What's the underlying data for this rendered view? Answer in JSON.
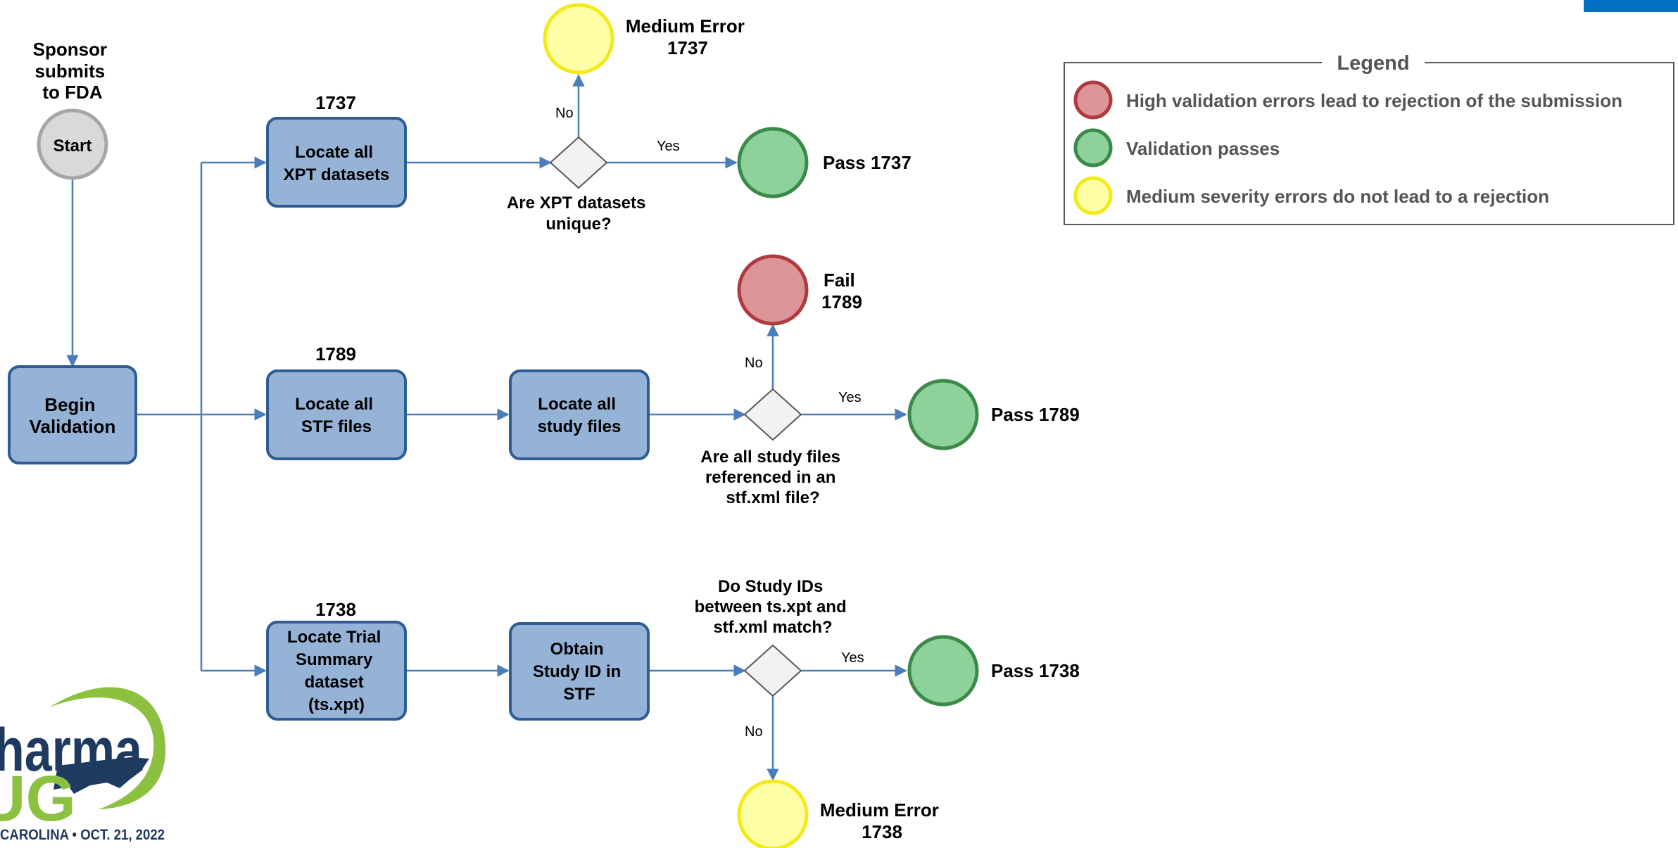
{
  "colors": {
    "process_fill": "#95B3D7",
    "process_stroke": "#2E5C94",
    "arrow": "#4A7EBB",
    "start_fill": "#D9D9D9",
    "start_stroke": "#A6A6A6",
    "pass_fill": "#8ED19A",
    "pass_stroke": "#3A8A4A",
    "fail_fill": "#DB9497",
    "fail_stroke": "#B03A3F",
    "medium_fill": "#FFFFA6",
    "medium_stroke": "#F2EA1A",
    "decision_fill": "#F2F2F2",
    "decision_stroke": "#595959",
    "corner_accent": "#0070C0",
    "logo_green": "#8CC13F",
    "logo_navy": "#1F3A5F"
  },
  "start": {
    "caption": [
      "Sponsor",
      "submits",
      "to FDA"
    ],
    "label": "Start"
  },
  "begin": {
    "label": [
      "Begin",
      "Validation"
    ]
  },
  "row_1737": {
    "id": "1737",
    "step1": [
      "Locate all",
      "XPT datasets"
    ],
    "question": [
      "Are XPT datasets",
      "unique?"
    ],
    "no_label": "No",
    "yes_label": "Yes",
    "no_result": [
      "Medium Error",
      "1737"
    ],
    "yes_result": "Pass 1737"
  },
  "row_1789": {
    "id": "1789",
    "step1": [
      "Locate all",
      "STF files"
    ],
    "step2": [
      "Locate all",
      "study files"
    ],
    "question": [
      "Are all study files",
      "referenced in an",
      "stf.xml file?"
    ],
    "no_label": "No",
    "yes_label": "Yes",
    "no_result": [
      "Fail",
      "1789"
    ],
    "yes_result": "Pass 1789"
  },
  "row_1738": {
    "id": "1738",
    "step1": [
      "Locate Trial",
      "Summary",
      "dataset",
      "(ts.xpt)"
    ],
    "step2": [
      "Obtain",
      "Study ID in",
      "STF"
    ],
    "question": [
      "Do Study IDs",
      "between ts.xpt and",
      "stf.xml match?"
    ],
    "no_label": "No",
    "yes_label": "Yes",
    "no_result": [
      "Medium Error",
      "1738"
    ],
    "yes_result": "Pass 1738"
  },
  "legend": {
    "title": "Legend",
    "items": [
      {
        "kind": "fail",
        "text": "High validation errors lead to rejection of the submission"
      },
      {
        "kind": "pass",
        "text": "Validation passes"
      },
      {
        "kind": "medium",
        "text": "Medium severity errors do not lead to a rejection"
      }
    ]
  },
  "logo": {
    "word1": "harma",
    "word2": "UG",
    "footer": "CAROLINA • OCT. 21, 2022"
  }
}
